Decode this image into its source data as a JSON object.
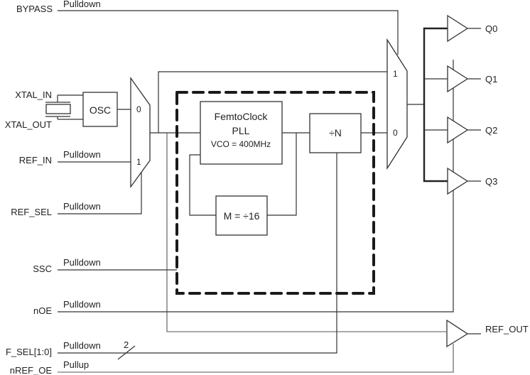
{
  "inputs": {
    "bypass": {
      "name": "BYPASS",
      "bias": "Pulldown"
    },
    "xtal_in": {
      "name": "XTAL_IN"
    },
    "xtal_out": {
      "name": "XTAL_OUT"
    },
    "ref_in": {
      "name": "REF_IN",
      "bias": "Pulldown"
    },
    "ref_sel": {
      "name": "REF_SEL",
      "bias": "Pulldown"
    },
    "ssc": {
      "name": "SSC",
      "bias": "Pulldown"
    },
    "noe": {
      "name": "nOE",
      "bias": "Pulldown"
    },
    "f_sel": {
      "name": "F_SEL[1:0]",
      "bias": "Pulldown",
      "bus_width": "2"
    },
    "nref_oe": {
      "name": "nREF_OE",
      "bias": "Pullup"
    }
  },
  "blocks": {
    "osc": "OSC",
    "pll_line1": "FemtoClock",
    "pll_line2": "PLL",
    "pll_vco": "VCO = 400MHz",
    "n_divider": "÷N",
    "m_divider": "M = ÷16"
  },
  "muxes": {
    "input_mux": {
      "in0": "0",
      "in1": "1"
    },
    "bypass_mux": {
      "in1": "1",
      "in0": "0"
    }
  },
  "outputs": [
    "Q0",
    "Q1",
    "Q2",
    "Q3"
  ],
  "ref_out": "REF_OUT"
}
